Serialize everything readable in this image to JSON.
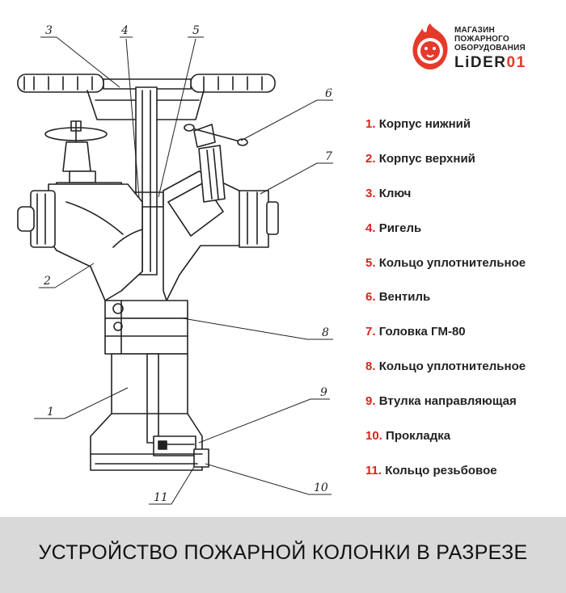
{
  "logo": {
    "store_lines": [
      "МАГАЗИН",
      "ПОЖАРНОГО",
      "ОБОРУДОВАНИЯ"
    ],
    "brand_text": "LiDER",
    "brand_number": "01"
  },
  "callouts": [
    "1",
    "2",
    "3",
    "4",
    "5",
    "6",
    "7",
    "8",
    "9",
    "10",
    "11"
  ],
  "legend": [
    {
      "num": "1.",
      "label": "Корпус нижний"
    },
    {
      "num": "2.",
      "label": "Корпус верхний"
    },
    {
      "num": "3.",
      "label": "Ключ"
    },
    {
      "num": "4.",
      "label": "Ригель"
    },
    {
      "num": "5.",
      "label": "Кольцо уплотнительное"
    },
    {
      "num": "6.",
      "label": "Вентиль"
    },
    {
      "num": "7.",
      "label": "Головка ГМ-80"
    },
    {
      "num": "8.",
      "label": "Кольцо уплотнительное"
    },
    {
      "num": "9.",
      "label": "Втулка направляющая"
    },
    {
      "num": "10.",
      "label": "Прокладка"
    },
    {
      "num": "11.",
      "label": "Кольцо резьбовое"
    }
  ],
  "footer": {
    "title": "УСТРОЙСТВО ПОЖАРНОЙ КОЛОНКИ В РАЗРЕЗЕ"
  },
  "colors": {
    "accent": "#d9241c",
    "footer_bg": "#d9d9d9",
    "line": "#222222"
  }
}
